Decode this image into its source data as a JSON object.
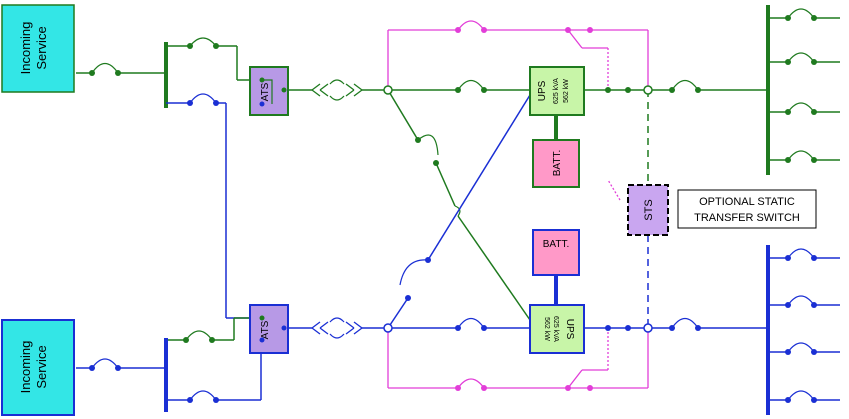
{
  "colors": {
    "green": "#1f7a1f",
    "blue": "#1a2fd4",
    "magenta": "#e23ed8",
    "cyan_fill": "#33e6e6",
    "purple_fill": "#b799e6",
    "green_box_fill": "#c8f5a8",
    "batt_fill": "#ff99c8",
    "blue_box_fill": "#c8f5a8"
  },
  "incoming_top": {
    "line1": "Incoming",
    "line2": "Service"
  },
  "incoming_bottom": {
    "line1": "Incoming",
    "line2": "Service"
  },
  "ats_top": {
    "label": "ATS"
  },
  "ats_bottom": {
    "label": "ATS"
  },
  "ups_top": {
    "title": "UPS",
    "kva": "625 kVA",
    "kw": "562 kW"
  },
  "ups_bottom": {
    "title": "UPS",
    "kva": "625 kVA",
    "kw": "562 kW"
  },
  "batt_top": {
    "label": "BATT."
  },
  "batt_bottom": {
    "label": "BATT."
  },
  "sts": {
    "label": "STS"
  },
  "optional_note": {
    "line1": "OPTIONAL STATIC",
    "line2": "TRANSFER SWITCH"
  }
}
